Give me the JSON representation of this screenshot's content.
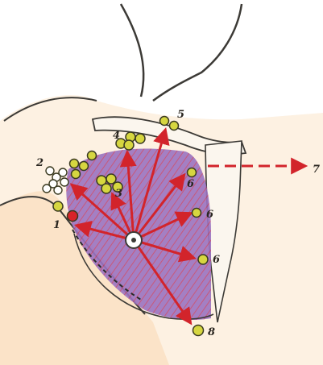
{
  "labels": {
    "n1": "1",
    "n2": "2",
    "n3": "3",
    "n4": "4",
    "n5": "5",
    "n6a": "6",
    "n6b": "6",
    "n6c": "6",
    "n7": "7",
    "n8": "8"
  },
  "colors": {
    "arrow": "#d2242b",
    "node_fill": "#d6d640",
    "node_stroke": "#3a3a20",
    "node_red_fill": "#d8232a",
    "node_open_fill": "#ffffff",
    "muscle": "#8e66b8",
    "muscle_stripe": "#c44a70",
    "skin": "#fbe7cf",
    "outline": "#3c3a36",
    "dashed": "#d2242b"
  }
}
